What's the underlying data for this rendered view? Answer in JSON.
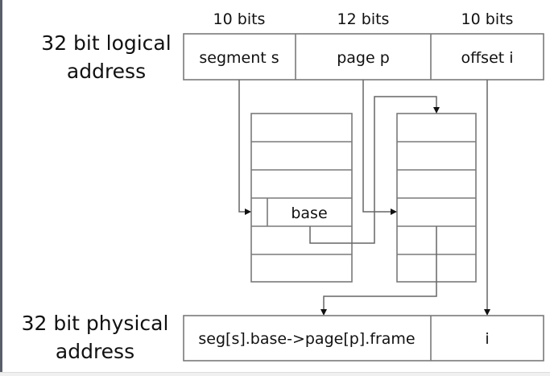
{
  "logical": {
    "label_line1": "32 bit logical",
    "label_line2": "address",
    "bit_widths": [
      "10 bits",
      "12 bits",
      "10 bits"
    ],
    "fields": [
      "segment s",
      "page p",
      "offset i"
    ]
  },
  "segment_table": {
    "rows": 6,
    "entry_label": "base"
  },
  "page_table": {
    "rows": 6
  },
  "physical": {
    "label_line1": "32 bit physical",
    "label_line2": "address",
    "fields": [
      "seg[s].base->page[p].frame",
      "i"
    ]
  }
}
